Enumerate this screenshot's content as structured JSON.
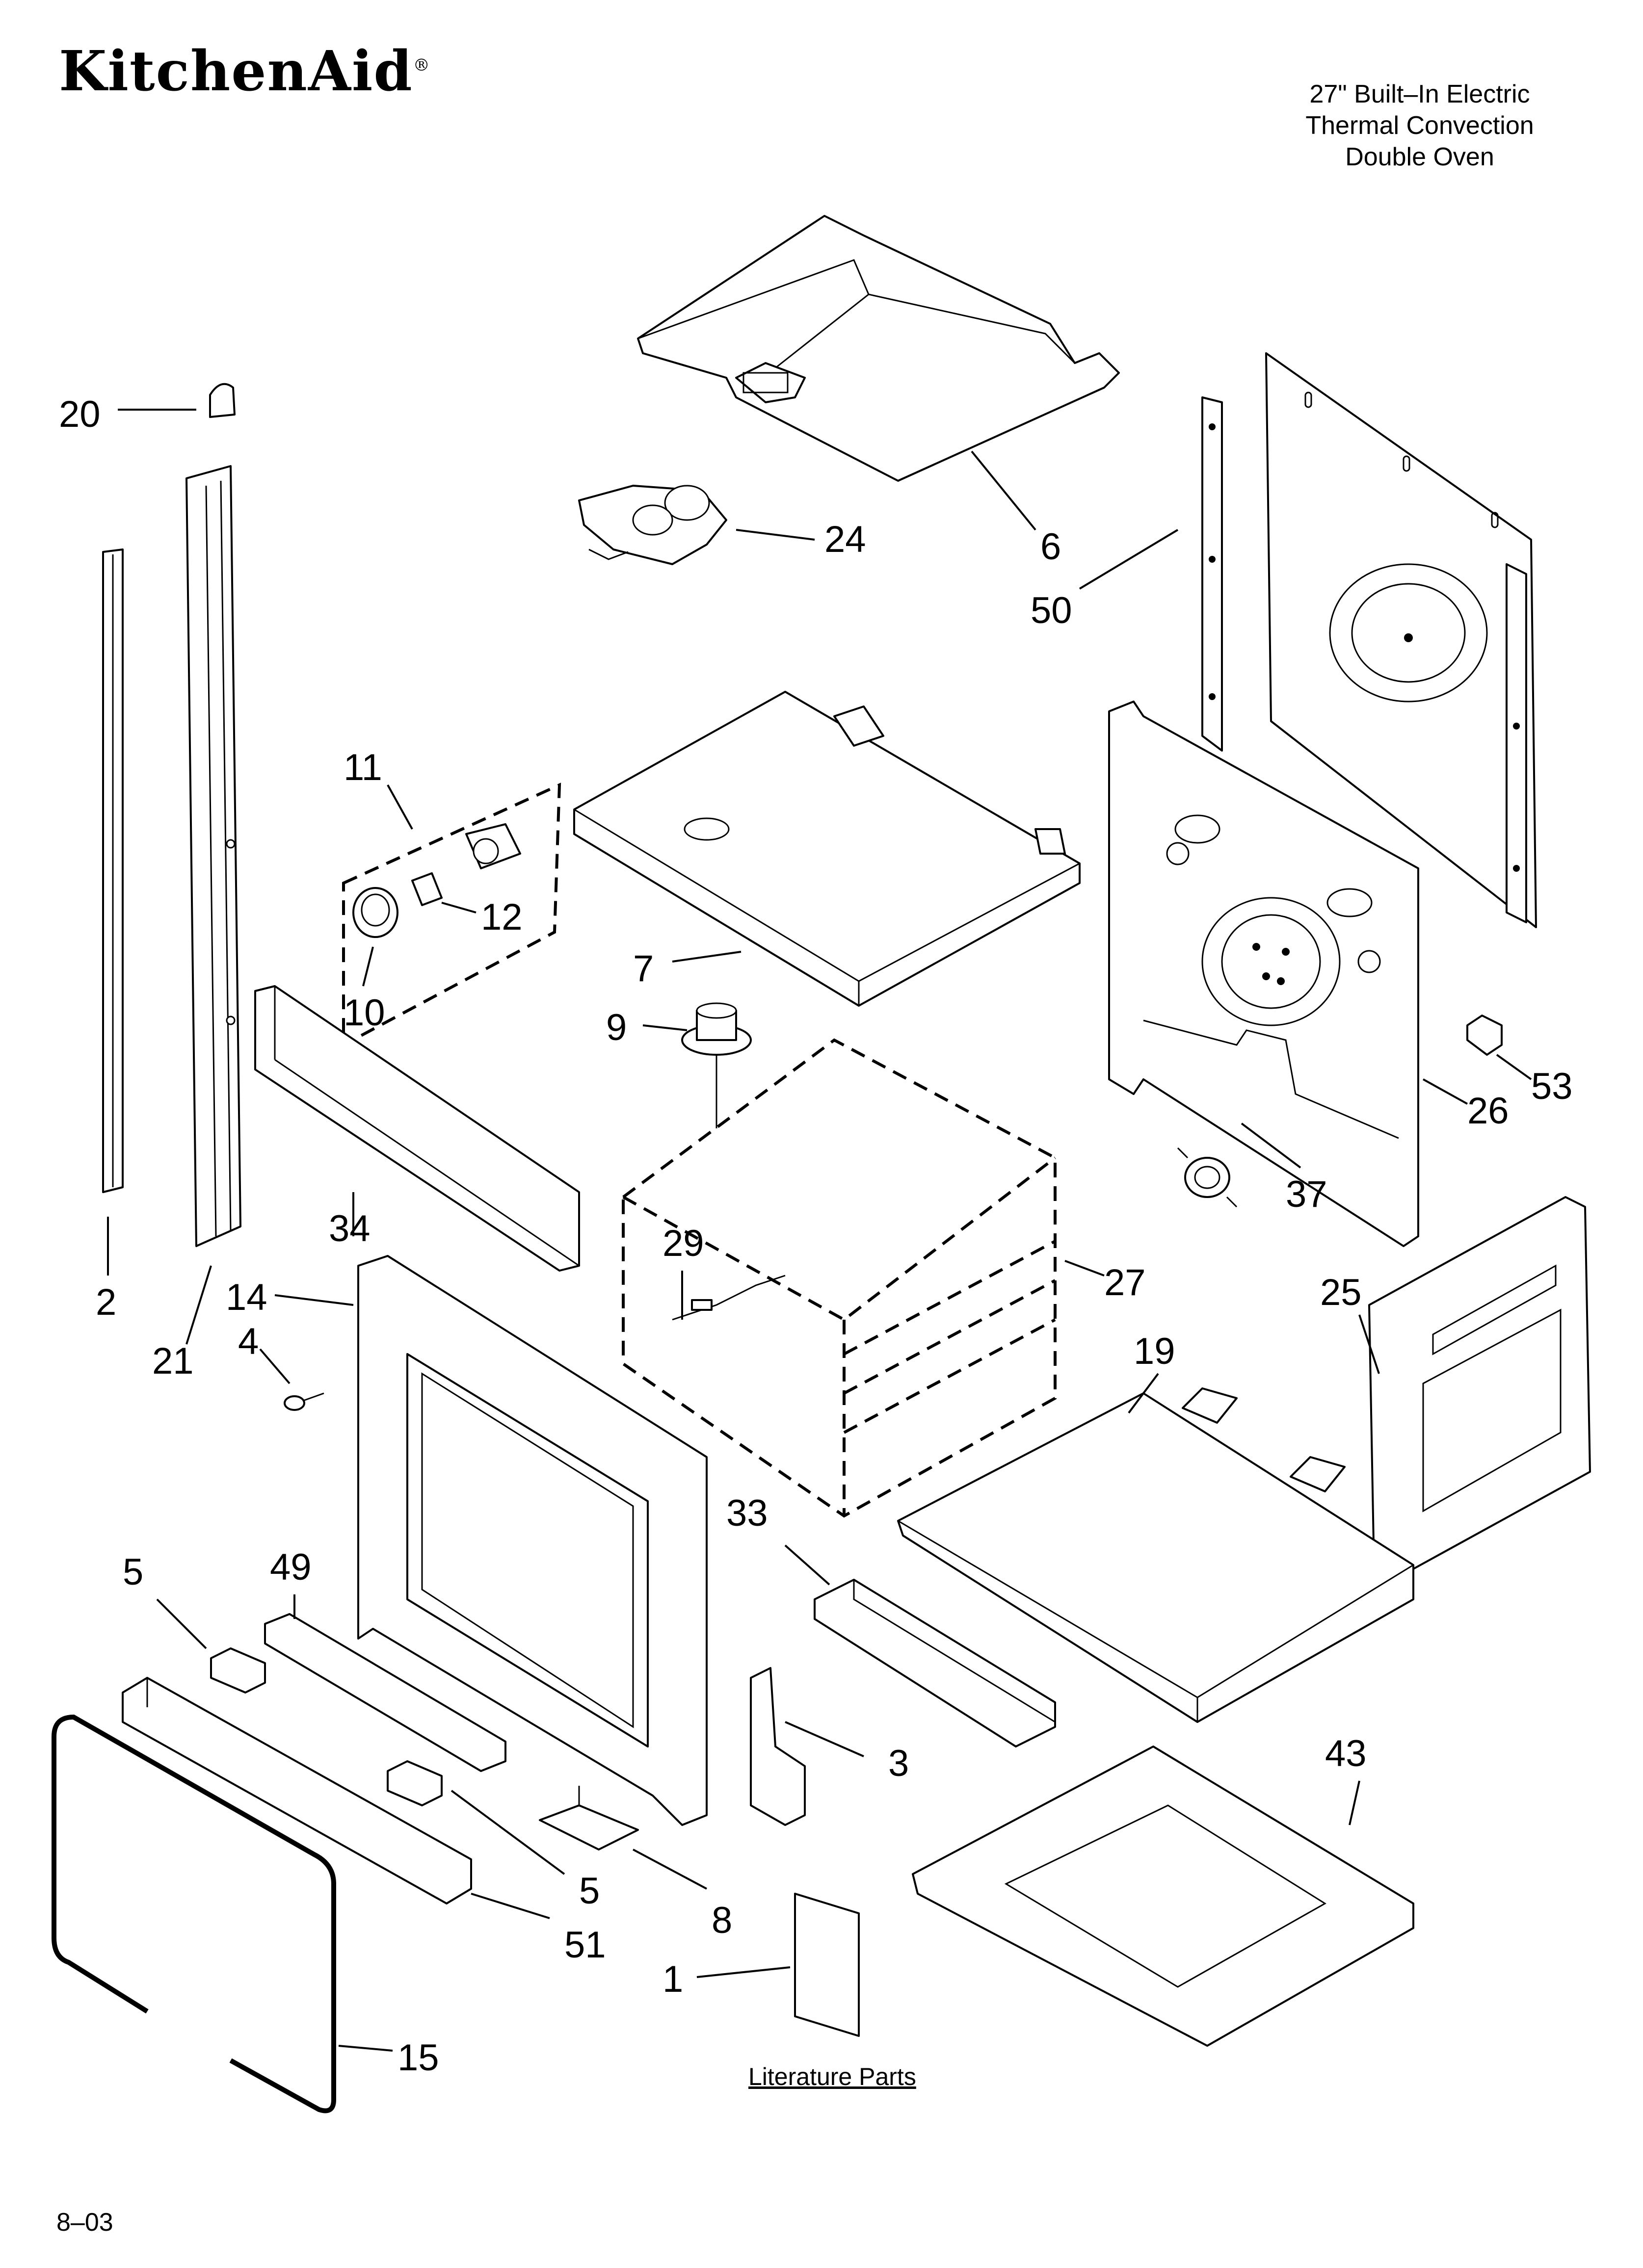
{
  "header": {
    "brand": "KitchenAid",
    "brand_mark": "®",
    "model_lines": [
      "27\" Built–In Electric",
      "Thermal Convection",
      "Double Oven"
    ]
  },
  "diagram": {
    "callouts": [
      "20",
      "24",
      "6",
      "50",
      "11",
      "12",
      "10",
      "7",
      "9",
      "53",
      "26",
      "37",
      "34",
      "29",
      "27",
      "2",
      "21",
      "14",
      "4",
      "25",
      "19",
      "33",
      "5",
      "49",
      "3",
      "43",
      "5",
      "8",
      "51",
      "1",
      "15"
    ],
    "literature_label": "Literature Parts"
  },
  "footer": {
    "date_code": "8–03"
  }
}
